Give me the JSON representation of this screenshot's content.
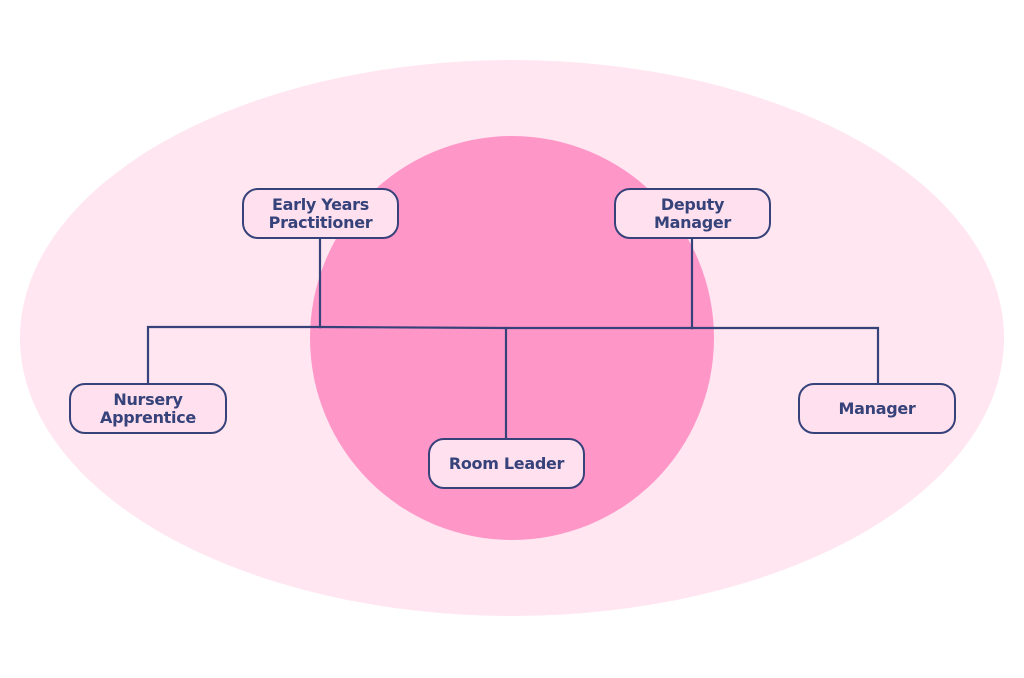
{
  "colors": {
    "background": "#ffffff",
    "outer_ellipse": "#ffe6f0",
    "inner_circle": "#ff96c8",
    "connector": "#36427a",
    "node_fill": "#ffe0ee",
    "node_border": "#36427a",
    "node_text": "#36427a"
  },
  "nodes": {
    "early_years": {
      "line1": "Early Years",
      "line2": "Practitioner"
    },
    "deputy": {
      "line1": "Deputy",
      "line2": "Manager"
    },
    "nursery": {
      "line1": "Nursery",
      "line2": "Apprentice"
    },
    "room_leader": {
      "label": "Room Leader"
    },
    "manager": {
      "label": "Manager"
    }
  }
}
